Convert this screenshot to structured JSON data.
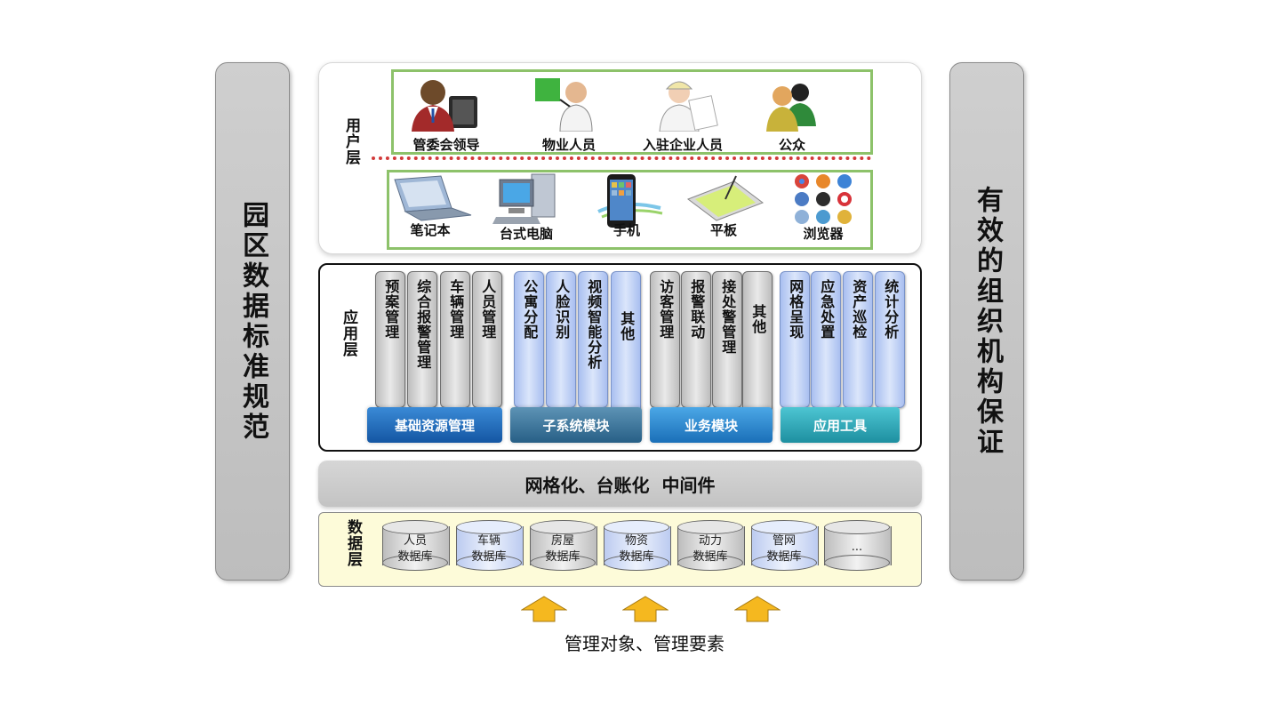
{
  "left_pillar": "园区数据标准规范",
  "right_pillar": "有效的组织机构保证",
  "user_layer": {
    "label": "用户层",
    "users": [
      "管委会领导",
      "物业人员",
      "入驻企业人员",
      "公众"
    ],
    "devices": [
      "笔记本",
      "台式电脑",
      "手机",
      "平板",
      "浏览器"
    ]
  },
  "app_layer": {
    "label": "应用层",
    "groups": [
      {
        "category": "基础资源管理",
        "color": "#1f6fc0",
        "items": [
          "预案管理",
          "综合报警管理",
          "车辆管理",
          "人员管理"
        ]
      },
      {
        "category": "子系统模块",
        "color": "#3a7ea6",
        "items": [
          "公寓分配",
          "人脸识别",
          "视频智能分析",
          "其他"
        ]
      },
      {
        "category": "业务模块",
        "color": "#2886cc",
        "items": [
          "访客管理",
          "报警联动",
          "接处警管理",
          "其他"
        ]
      },
      {
        "category": "应用工具",
        "color": "#2aa5b5",
        "items": [
          "网格呈现",
          "应急处置",
          "资产巡检",
          "统计分析"
        ]
      }
    ]
  },
  "middleware": "网格化、台账化  中间件",
  "data_layer": {
    "label": "数据层",
    "databases": [
      {
        "line1": "人员",
        "line2": "数据库",
        "tone": "gray"
      },
      {
        "line1": "车辆",
        "line2": "数据库",
        "tone": "blue"
      },
      {
        "line1": "房屋",
        "line2": "数据库",
        "tone": "gray"
      },
      {
        "line1": "物资",
        "line2": "数据库",
        "tone": "blue"
      },
      {
        "line1": "动力",
        "line2": "数据库",
        "tone": "gray"
      },
      {
        "line1": "管网",
        "line2": "数据库",
        "tone": "blue"
      },
      {
        "line1": "...",
        "line2": "",
        "tone": "gray"
      }
    ]
  },
  "footer": "管理对象、管理要素"
}
